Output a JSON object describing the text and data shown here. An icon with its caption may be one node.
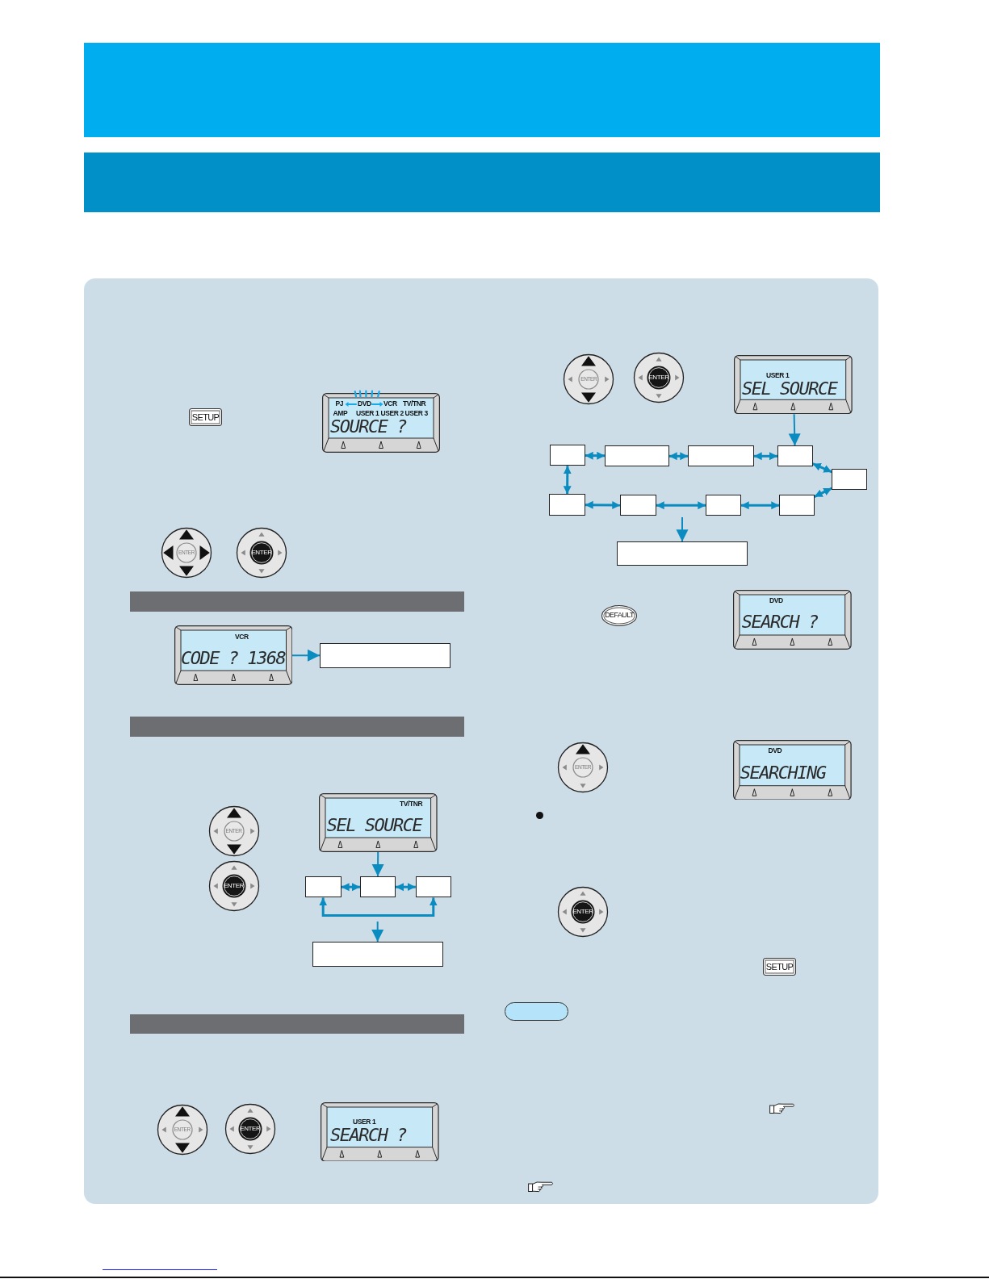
{
  "diagram": {
    "nodes": [
      {
        "text": [],
        "shape": "bar"
      },
      {
        "text": [],
        "shape": "bar"
      },
      {
        "text": [
          "PJ",
          "DVD",
          "VCR",
          "TV/TNR",
          "AMP",
          "USER 1",
          "USER 2",
          "USER 3",
          "SOURCE ?"
        ]
      },
      {
        "text": [],
        "shape": "bar"
      },
      {
        "text": [
          "VCR",
          "CODE ? 1368"
        ]
      },
      {
        "text": [],
        "shape": "box"
      },
      {
        "text": [],
        "shape": "bar"
      },
      {
        "text": [
          "TV/TNR",
          "SEL SOURCE"
        ]
      },
      {
        "text": [],
        "shape": "box"
      },
      {
        "text": [],
        "shape": "box"
      },
      {
        "text": [],
        "shape": "box"
      },
      {
        "text": [],
        "shape": "box"
      },
      {
        "text": [],
        "shape": "bar"
      },
      {
        "text": [
          "USER 1",
          "SEARCH ?"
        ]
      },
      {
        "text": [
          "USER 1",
          "SEL SOURCE"
        ]
      },
      {
        "text": [],
        "shape": "box"
      },
      {
        "text": [],
        "shape": "box"
      },
      {
        "text": [],
        "shape": "box"
      },
      {
        "text": [],
        "shape": "box"
      },
      {
        "text": [],
        "shape": "box"
      },
      {
        "text": [],
        "shape": "box"
      },
      {
        "text": [],
        "shape": "box"
      },
      {
        "text": [],
        "shape": "box"
      },
      {
        "text": [],
        "shape": "box"
      },
      {
        "text": [],
        "shape": "box"
      },
      {
        "text": [
          "DVD",
          "SEARCH ?"
        ]
      },
      {
        "text": [
          "DVD",
          "SEARCHING"
        ]
      },
      {
        "text": [],
        "shape": "box"
      }
    ],
    "edges": [
      {
        "from": 4,
        "to": 5,
        "arrow": "to"
      },
      {
        "from": 7,
        "to": 9,
        "arrow": "to"
      },
      {
        "from": 8,
        "to": 9,
        "arrow": "both"
      },
      {
        "from": 9,
        "to": 10,
        "arrow": "both"
      },
      {
        "from": 8,
        "to": 10,
        "arrow": "both"
      },
      {
        "from": null,
        "to": 11,
        "arrow": "to"
      },
      {
        "from": 14,
        "to": 18,
        "arrow": "to"
      },
      {
        "from": 15,
        "to": 16,
        "arrow": "both"
      },
      {
        "from": 16,
        "to": 17,
        "arrow": "both"
      },
      {
        "from": 17,
        "to": 18,
        "arrow": "both"
      },
      {
        "from": 18,
        "to": 19,
        "arrow": "both"
      },
      {
        "from": 19,
        "to": 23,
        "arrow": "both"
      },
      {
        "from": 15,
        "to": 20,
        "arrow": "both"
      },
      {
        "from": 20,
        "to": 21,
        "arrow": "both"
      },
      {
        "from": 21,
        "to": 22,
        "arrow": "both"
      },
      {
        "from": 22,
        "to": 23,
        "arrow": "both"
      },
      {
        "from": null,
        "to": 24,
        "arrow": "to"
      }
    ],
    "labels": [
      "SETUP",
      "ENTER",
      "ENTER",
      "ENTER",
      "ENTER",
      "ENTER",
      "ENTER",
      "ENTER",
      "ENTER",
      "DEFAULT",
      "ENTER",
      "ENTER",
      "SETUP"
    ]
  }
}
